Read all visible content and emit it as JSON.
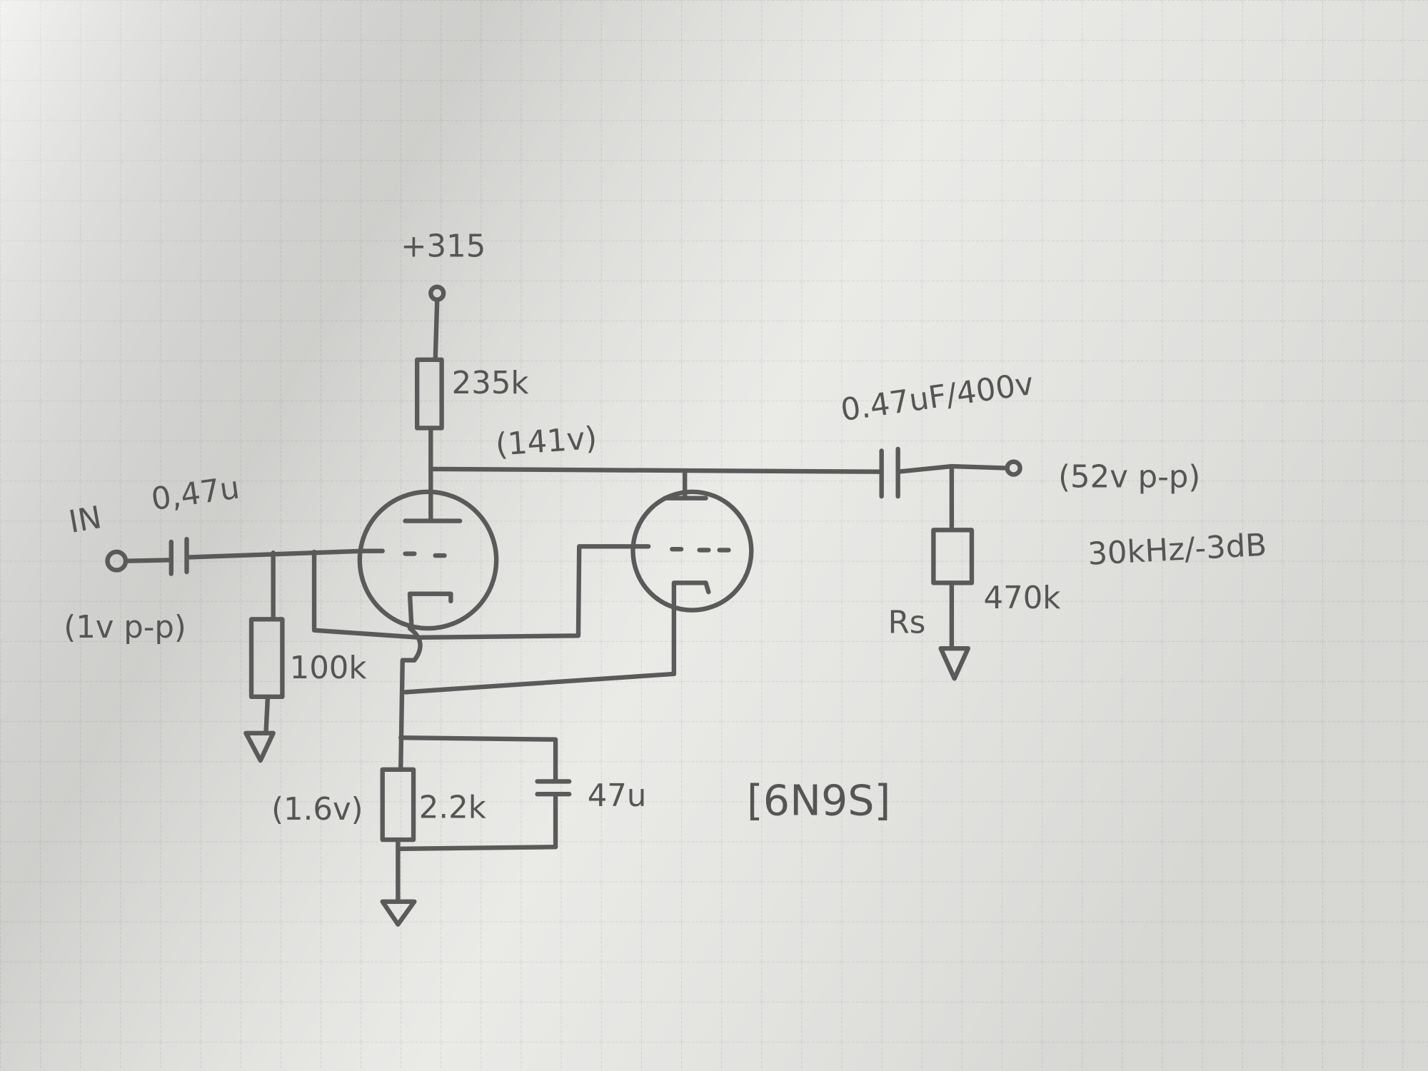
{
  "schematic": {
    "supply": "+315",
    "plate_resistor": "235k",
    "plate_voltage": "(141v)",
    "output_cap": "0.47uF/400v",
    "output_level": "(52v p-p)",
    "bandwidth": "30kHz/-3dB",
    "input_label": "IN",
    "input_cap": "0,47u",
    "input_level": "(1v p-p)",
    "grid_resistor": "100k",
    "load_label": "Rs",
    "load_resistor": "470k",
    "cathode_voltage": "(1.6v)",
    "cathode_resistor": "2.2k",
    "cathode_cap": "47u",
    "tube": "[6N9S]"
  },
  "colors": {
    "paper": "#e6e6e3",
    "pencil": "#5a5a5a",
    "grid": "#c8c8c6"
  }
}
